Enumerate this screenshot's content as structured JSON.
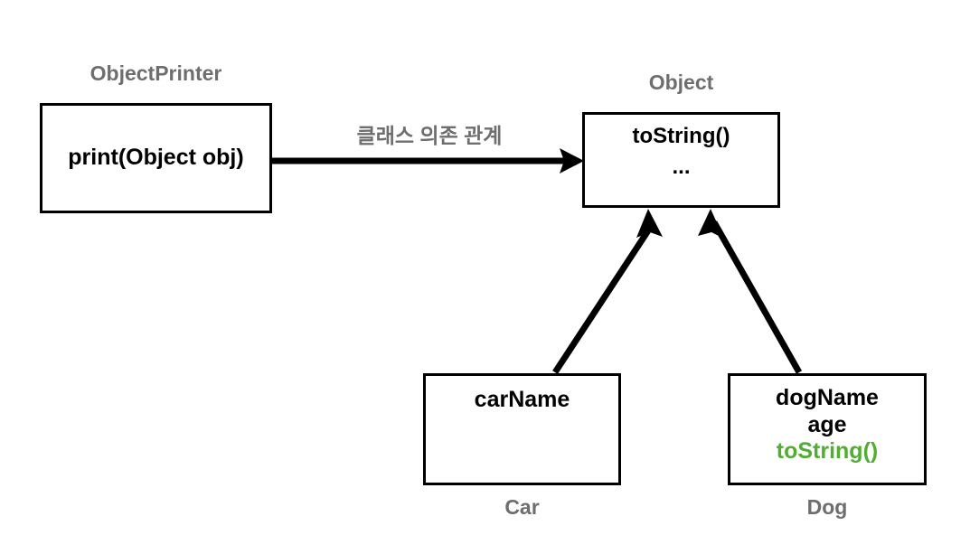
{
  "diagram": {
    "type": "uml-class-diagram",
    "background_color": "#ffffff",
    "stroke_color": "#000000",
    "caption_color": "#6e6e6e",
    "highlight_color": "#52ae32"
  },
  "classes": [
    {
      "id": "objectprinter",
      "caption": "ObjectPrinter",
      "caption_position": "above",
      "members": [
        {
          "text": "print(Object obj)",
          "color": "#000000"
        }
      ]
    },
    {
      "id": "object",
      "caption": "Object",
      "caption_position": "above",
      "members": [
        {
          "text": "toString()",
          "color": "#000000"
        },
        {
          "text": "...",
          "color": "#000000"
        }
      ]
    },
    {
      "id": "car",
      "caption": "Car",
      "caption_position": "below",
      "members": [
        {
          "text": "carName",
          "color": "#000000"
        }
      ]
    },
    {
      "id": "dog",
      "caption": "Dog",
      "caption_position": "below",
      "members": [
        {
          "text": "dogName",
          "color": "#000000"
        },
        {
          "text": "age",
          "color": "#000000"
        },
        {
          "text": "toString()",
          "color": "#52ae32"
        }
      ]
    }
  ],
  "edges": [
    {
      "id": "dependency",
      "from": "objectprinter",
      "to": "object",
      "label": "클래스 의존 관계",
      "style": "solid",
      "arrow": "filled-triangle"
    },
    {
      "id": "car-inherits-object",
      "from": "car",
      "to": "object",
      "label": "",
      "style": "solid",
      "arrow": "filled-triangle"
    },
    {
      "id": "dog-inherits-object",
      "from": "dog",
      "to": "object",
      "label": "",
      "style": "solid",
      "arrow": "filled-triangle"
    }
  ]
}
